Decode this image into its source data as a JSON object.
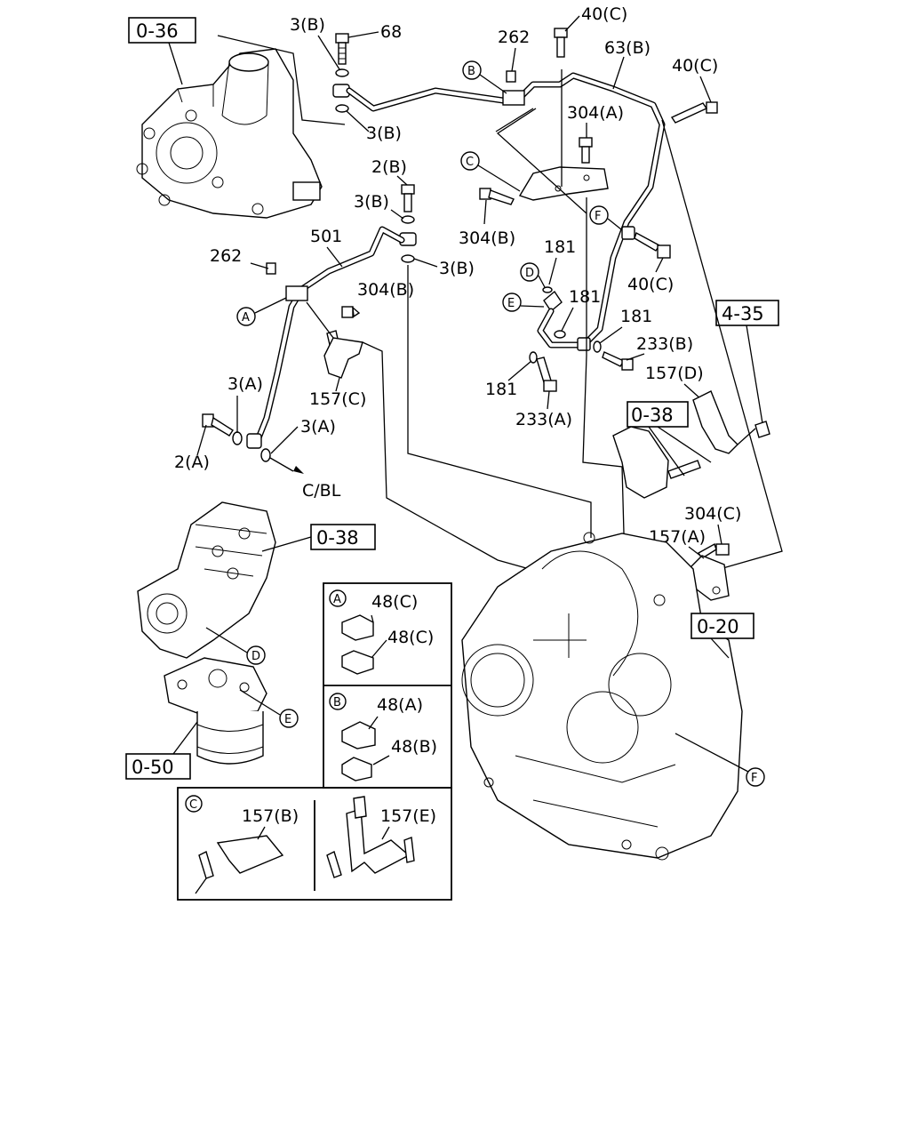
{
  "refs": {
    "r036": "0-36",
    "r038a": "0-38",
    "r038b": "0-38",
    "r435": "4-35",
    "r020": "0-20",
    "r050": "0-50"
  },
  "labels": {
    "l3b_1": "3(B)",
    "l68": "68",
    "l3b_2": "3(B)",
    "l262_1": "262",
    "l40c_1": "40(C)",
    "l63b": "63(B)",
    "l40c_2": "40(C)",
    "l304a": "304(A)",
    "l2b": "2(B)",
    "l3b_3": "3(B)",
    "l501": "501",
    "l3b_4": "3(B)",
    "l262_2": "262",
    "l304b_1": "304(B)",
    "l304b_2": "304(B)",
    "l181_1": "181",
    "l40c_3": "40(C)",
    "l181_2": "181",
    "l181_3": "181",
    "l233b": "233(B)",
    "l157d": "157(D)",
    "l181_4": "181",
    "l233a": "233(A)",
    "l3a_1": "3(A)",
    "l157c": "157(C)",
    "l3a_2": "3(A)",
    "l2a": "2(A)",
    "lcbl": "C/BL",
    "l304c": "304(C)",
    "l157a": "157(A)"
  },
  "circles": {
    "cA": "A",
    "cB": "B",
    "cC": "C",
    "cD": "D",
    "cE": "E",
    "cF": "F",
    "cD2": "D",
    "cE2": "E",
    "cF2": "F"
  },
  "insets": {
    "A": {
      "key": "A",
      "upper": "48(C)",
      "lower": "48(C)"
    },
    "B": {
      "key": "B",
      "upper": "48(A)",
      "lower": "48(B)"
    },
    "C": {
      "key": "C",
      "left": "157(B)",
      "right": "157(E)"
    }
  }
}
